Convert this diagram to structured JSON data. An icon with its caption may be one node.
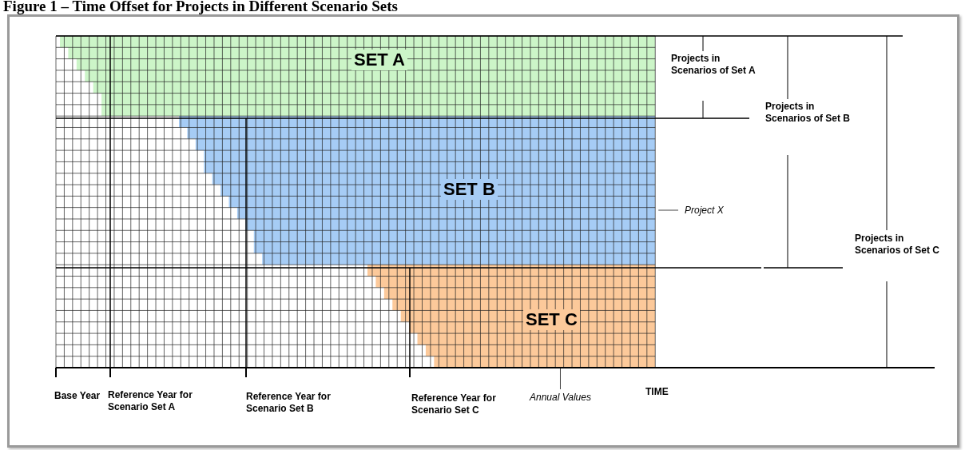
{
  "diagram": {
    "title": "Figure 1 – Time Offset for Projects in Different Scenario Sets",
    "nodes": [
      {
        "text": [
          "SET A"
        ]
      },
      {
        "text": [
          "SET B"
        ]
      },
      {
        "text": [
          "Project X"
        ]
      },
      {
        "text": [
          "SET C"
        ]
      },
      {
        "text": [
          "Annual Values"
        ]
      }
    ],
    "edges": [
      {
        "from": 2,
        "to": 1,
        "arrow": "none"
      },
      {
        "from": 4,
        "to": 3,
        "arrow": "none"
      }
    ],
    "labels": [
      "Projects in Scenarios of Set A",
      "Projects in Scenarios of Set B",
      "Projects in Scenarios of Set C",
      "Base Year",
      "Reference Year for Scenario Set A",
      "Reference Year for Scenario Set B",
      "Reference Year for Scenario Set C",
      "TIME"
    ]
  }
}
